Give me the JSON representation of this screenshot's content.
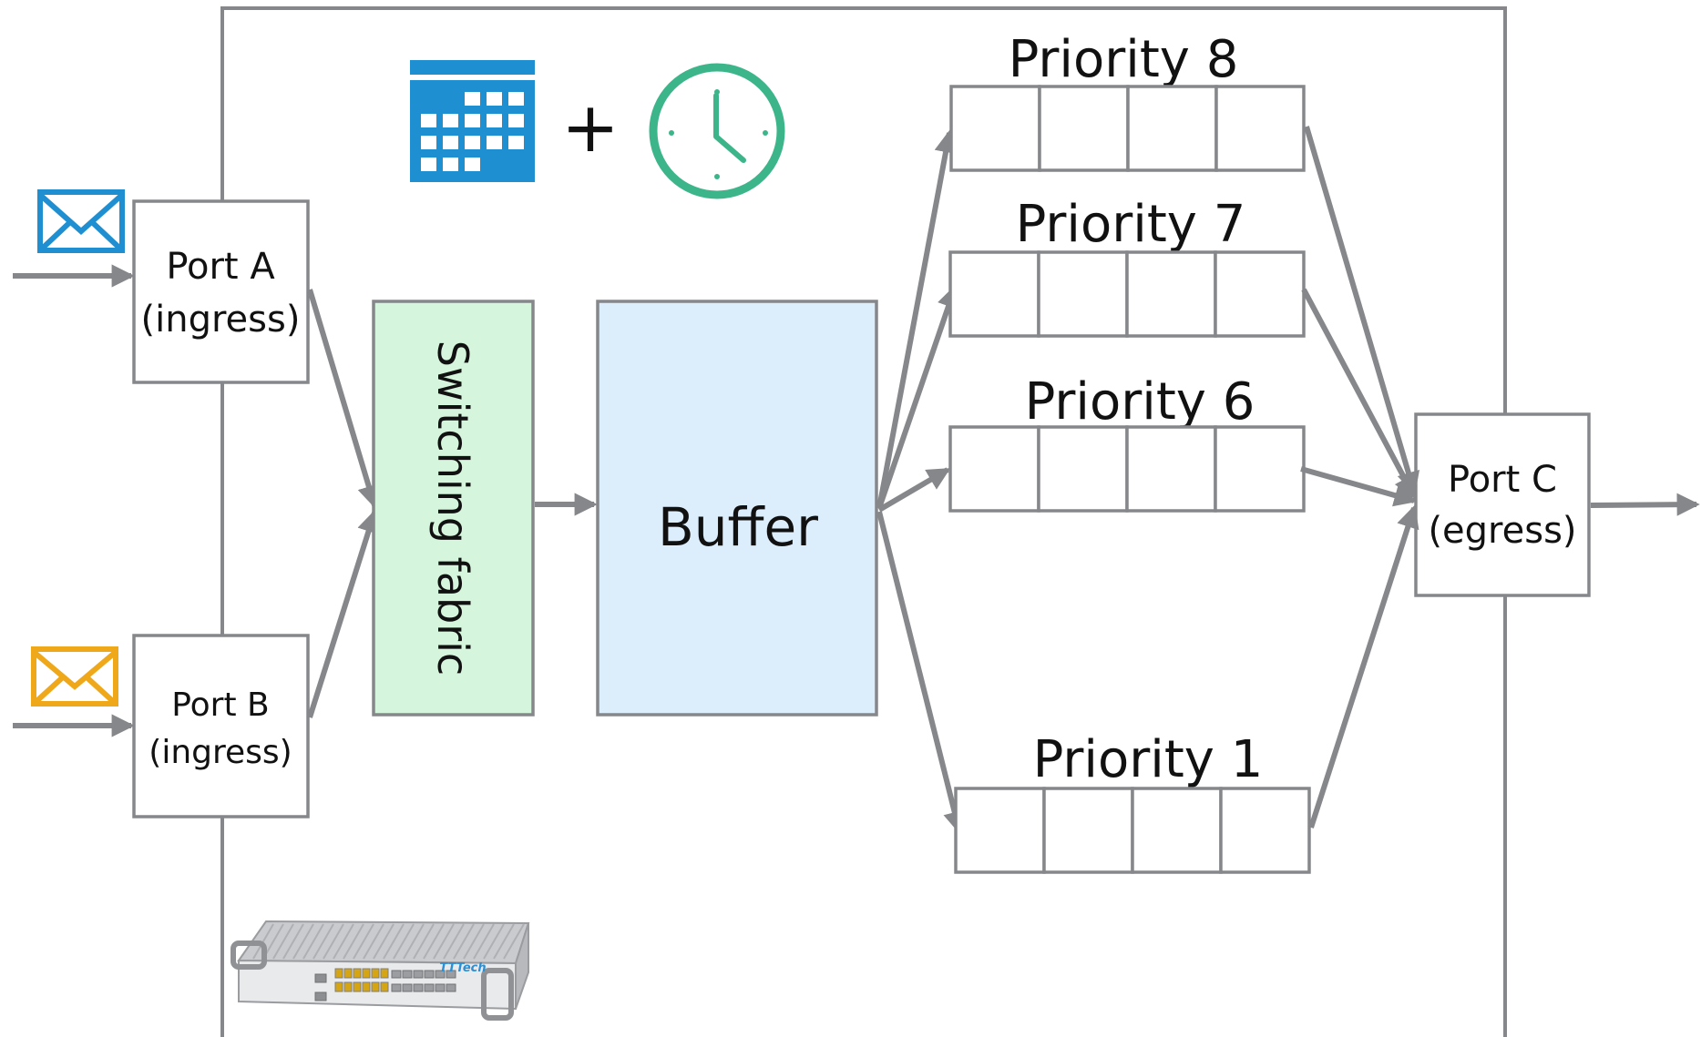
{
  "ports": {
    "a": {
      "name": "Port A",
      "role": "(ingress)"
    },
    "b": {
      "name": "Port B",
      "role": "(ingress)"
    },
    "c": {
      "name": "Port C",
      "role": "(egress)"
    }
  },
  "switching_fabric": "Switching fabric",
  "buffer": "Buffer",
  "plus_sign": "+",
  "queues": [
    {
      "label": "Priority 8"
    },
    {
      "label": "Priority 7"
    },
    {
      "label": "Priority 6"
    },
    {
      "label": "Priority 1"
    }
  ],
  "device_brand": "TTTech",
  "icons": {
    "calendar": "calendar-icon",
    "clock": "clock-icon",
    "mail_a": "envelope-icon",
    "mail_b": "envelope-icon",
    "device": "network-switch-icon"
  },
  "colors": {
    "line": "#85878a",
    "fabric_fill": "#d5f5dc",
    "buffer_fill": "#dcedfc",
    "calendar": "#1e8fd0",
    "clock": "#3db58a",
    "mail_a": "#1f8fd1",
    "mail_b": "#f0a81b"
  }
}
